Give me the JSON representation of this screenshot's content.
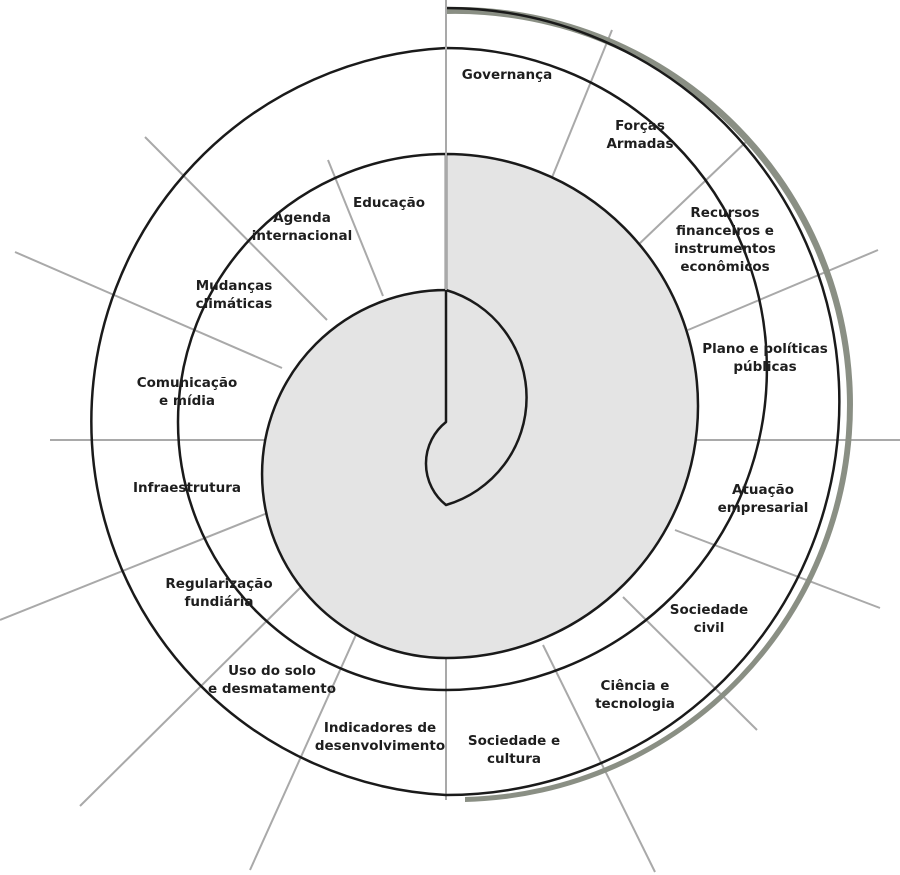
{
  "colors": {
    "spiral_fill": "#e4e4e4",
    "spiral_shadow": "#8a8f84",
    "stroke": "#1a1a1a",
    "ray": "#a9a9a9"
  },
  "segments": [
    {
      "id": "governanca",
      "label": "Governança"
    },
    {
      "id": "forcas-armadas",
      "label": "Forças\nArmadas"
    },
    {
      "id": "recursos",
      "label": "Recursos\nfinanceiros e\ninstrumentos\neconômicos"
    },
    {
      "id": "plano",
      "label": "Plano e políticas\npúblicas"
    },
    {
      "id": "atuacao",
      "label": "Atuação\nempresarial"
    },
    {
      "id": "sociedade-civil",
      "label": "Sociedade\ncivil"
    },
    {
      "id": "ciencia",
      "label": "Ciência e\ntecnologia"
    },
    {
      "id": "sociedade-cultura",
      "label": "Sociedade e\ncultura"
    },
    {
      "id": "indicadores",
      "label": "Indicadores de\ndesenvolvimento"
    },
    {
      "id": "uso-solo",
      "label": "Uso do solo\ne desmatamento"
    },
    {
      "id": "regularizacao",
      "label": "Regularização\nfundiária"
    },
    {
      "id": "infraestrutura",
      "label": "Infraestrutura"
    },
    {
      "id": "comunicacao",
      "label": "Comunicação\ne mídia"
    },
    {
      "id": "mudancas",
      "label": "Mudanças\nclimáticas"
    },
    {
      "id": "agenda",
      "label": "Agenda\ninternacional"
    },
    {
      "id": "educacao",
      "label": "Educação"
    }
  ]
}
